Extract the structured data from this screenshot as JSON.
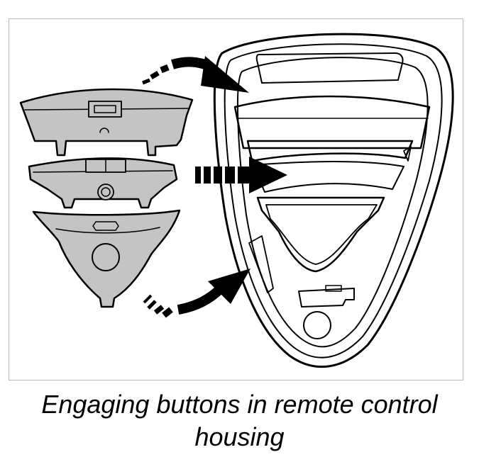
{
  "caption": "Engaging buttons in remote control housing",
  "colors": {
    "part_fill": "#c4c4c4",
    "outline": "#000000",
    "background": "#ffffff",
    "frame_border": "#b8b8b8"
  },
  "parts": [
    {
      "name": "upper-button",
      "icon": "upper-button-part"
    },
    {
      "name": "middle-button",
      "icon": "middle-button-part"
    },
    {
      "name": "lower-button",
      "icon": "lower-button-part"
    },
    {
      "name": "remote-housing",
      "icon": "remote-control-housing"
    }
  ],
  "arrows": [
    {
      "name": "curved-arrow-top",
      "style": "curved, solid"
    },
    {
      "name": "dashed-arrow-middle",
      "style": "straight, dashed"
    },
    {
      "name": "curved-arrow-bottom",
      "style": "curved, solid"
    }
  ]
}
